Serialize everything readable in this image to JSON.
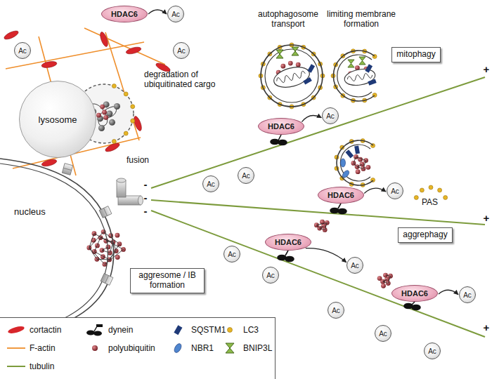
{
  "diagram": {
    "nodes": [
      {
        "text": [
          "HDAC6"
        ]
      },
      {
        "text": [
          "Ac"
        ]
      },
      {
        "text": [
          "Ac"
        ]
      },
      {
        "text": [
          "Ac"
        ]
      },
      {
        "text": [
          "mitophagy"
        ]
      },
      {
        "text": [
          "lysosome"
        ]
      },
      {
        "text": [
          "HDAC6"
        ]
      },
      {
        "text": [
          "Ac"
        ]
      },
      {
        "text": [
          "Ac"
        ]
      },
      {
        "text": [
          "Ac"
        ]
      },
      {
        "text": [
          "nucleus"
        ]
      },
      {
        "text": [
          "HDAC6"
        ]
      },
      {
        "text": [
          "Ac"
        ]
      },
      {
        "text": [
          "aggrephagy"
        ]
      },
      {
        "text": [
          "HDAC6"
        ]
      },
      {
        "text": [
          "Ac"
        ]
      },
      {
        "text": [
          "aggresome / IB formation"
        ]
      },
      {
        "text": [
          "Ac"
        ]
      },
      {
        "text": [
          "Ac"
        ]
      },
      {
        "text": [
          "HDAC6"
        ]
      },
      {
        "text": [
          "Ac"
        ]
      },
      {
        "text": [
          "Ac"
        ]
      },
      {
        "text": [
          "Ac"
        ]
      },
      {
        "text": [
          "Ac"
        ]
      }
    ],
    "edges": [
      {
        "from": 0,
        "to": 1,
        "arrow": "to"
      },
      {
        "from": 6,
        "to": 7,
        "arrow": "to"
      },
      {
        "from": 11,
        "to": 12,
        "arrow": "to"
      },
      {
        "from": 14,
        "to": 18,
        "arrow": "to"
      },
      {
        "from": 19,
        "to": 20,
        "arrow": "to"
      }
    ],
    "labels": [
      "degradation of ubiquitinated cargo",
      "fusion",
      "autophagosome transport",
      "limiting membrane formation",
      "PAS",
      "+",
      "+",
      "+",
      "-",
      "-",
      "-"
    ],
    "legend": [
      {
        "text": "cortactin"
      },
      {
        "text": "dynein"
      },
      {
        "text": "SQSTM1"
      },
      {
        "text": "LC3"
      },
      {
        "text": "F-actin"
      },
      {
        "text": "polyubiquitin"
      },
      {
        "text": "NBR1"
      },
      {
        "text": "BNIP3L"
      },
      {
        "text": "tubulin"
      }
    ]
  }
}
